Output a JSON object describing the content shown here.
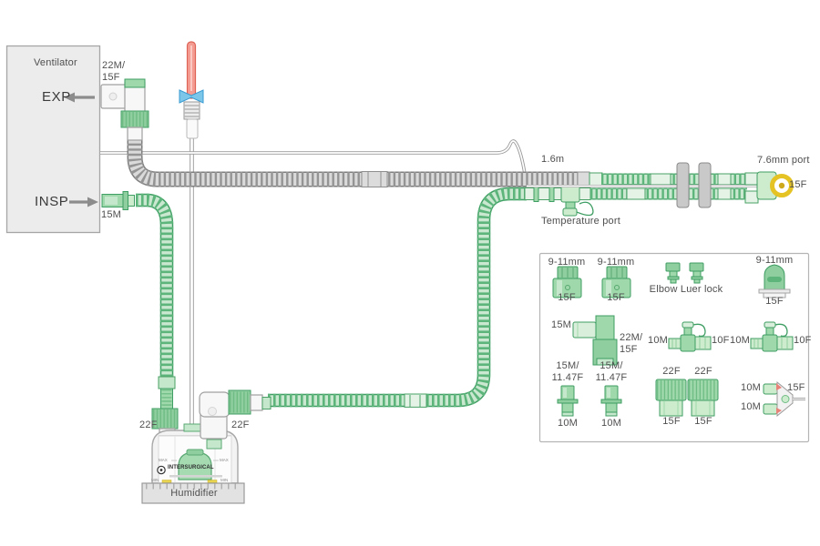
{
  "colors": {
    "tube_green": "#5db57c",
    "tube_gray": "#949494",
    "connector_green": "#8fce9f",
    "port_yellow": "#e5c325",
    "probe_red": "#f59c92",
    "probe_blue": "#7cc7e9",
    "label_gray": "#4f4f4f"
  },
  "ventilator": {
    "label": "Ventilator",
    "exp": "EXP",
    "insp": "INSP",
    "exp_connector": "22M/\n15F",
    "insp_connector": "15M"
  },
  "circuit": {
    "length": "1.6m",
    "port": "7.6mm port",
    "patient_connector": "15F",
    "temperature_port": "Temperature port",
    "inlet": "22F",
    "outlet": "22F"
  },
  "humidifier": {
    "label": "Humidifier",
    "brand": "INTERSURGICAL",
    "max": "MAX",
    "min": "MIN"
  },
  "legend": {
    "items": [
      {
        "top": "9-11mm",
        "bottom": "15F"
      },
      {
        "top": "9-11mm",
        "bottom": "15F"
      },
      {
        "label": "Elbow Luer lock"
      },
      {
        "top": "9-11mm",
        "bottom": "15F"
      },
      {
        "left": "15M",
        "right": "22M/\n15F"
      },
      {
        "left": "10M",
        "right": "10F"
      },
      {
        "left": "10M",
        "right": "10F"
      },
      {
        "top": "15M/\n11.47F",
        "bottom": "10M"
      },
      {
        "top": "15M/\n11.47F",
        "bottom": "10M"
      },
      {
        "top": "22F",
        "bottom": "15F"
      },
      {
        "top": "22F",
        "bottom": "15F"
      },
      {
        "left_top": "10M",
        "left_bottom": "10M",
        "right": "15F"
      }
    ]
  }
}
